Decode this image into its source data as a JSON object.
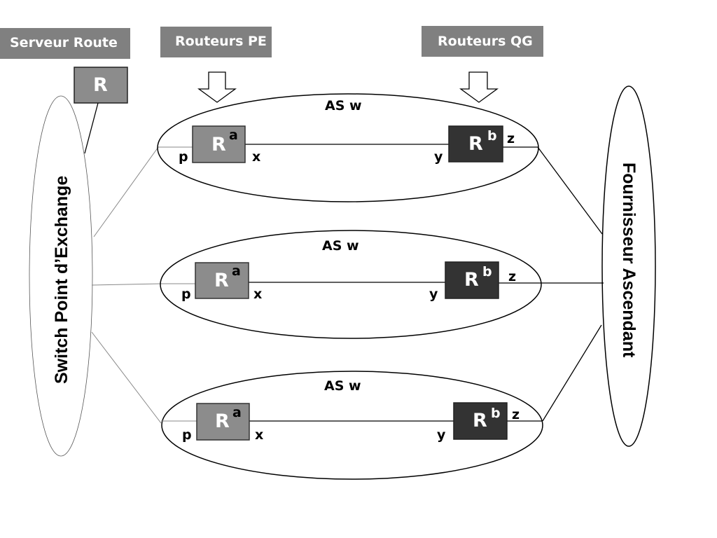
{
  "headers": {
    "route_server": "Serveur Route",
    "pe_routers": "Routeurs PE",
    "hq_routers": "Routeurs QG"
  },
  "route_server_router": {
    "label": "R"
  },
  "switch": {
    "label": "Switch Point d’Exchange"
  },
  "upstream": {
    "label": "Fournisseur Ascendant"
  },
  "as_groups": [
    {
      "label": "AS w",
      "router_a": {
        "label": "R",
        "sup": "a"
      },
      "router_b": {
        "label": "R",
        "sup": "b"
      },
      "ports": {
        "p": "p",
        "x": "x",
        "y": "y",
        "z": "z"
      }
    },
    {
      "label": "AS w",
      "router_a": {
        "label": "R",
        "sup": "a"
      },
      "router_b": {
        "label": "R",
        "sup": "b"
      },
      "ports": {
        "p": "p",
        "x": "x",
        "y": "y",
        "z": "z"
      }
    },
    {
      "label": "AS w",
      "router_a": {
        "label": "R",
        "sup": "a"
      },
      "router_b": {
        "label": "R",
        "sup": "b"
      },
      "ports": {
        "p": "p",
        "x": "x",
        "y": "y",
        "z": "z"
      }
    }
  ],
  "colors": {
    "header_bg": "#808080",
    "router_a_fill": "#8c8c8c",
    "router_b_fill": "#333333"
  }
}
